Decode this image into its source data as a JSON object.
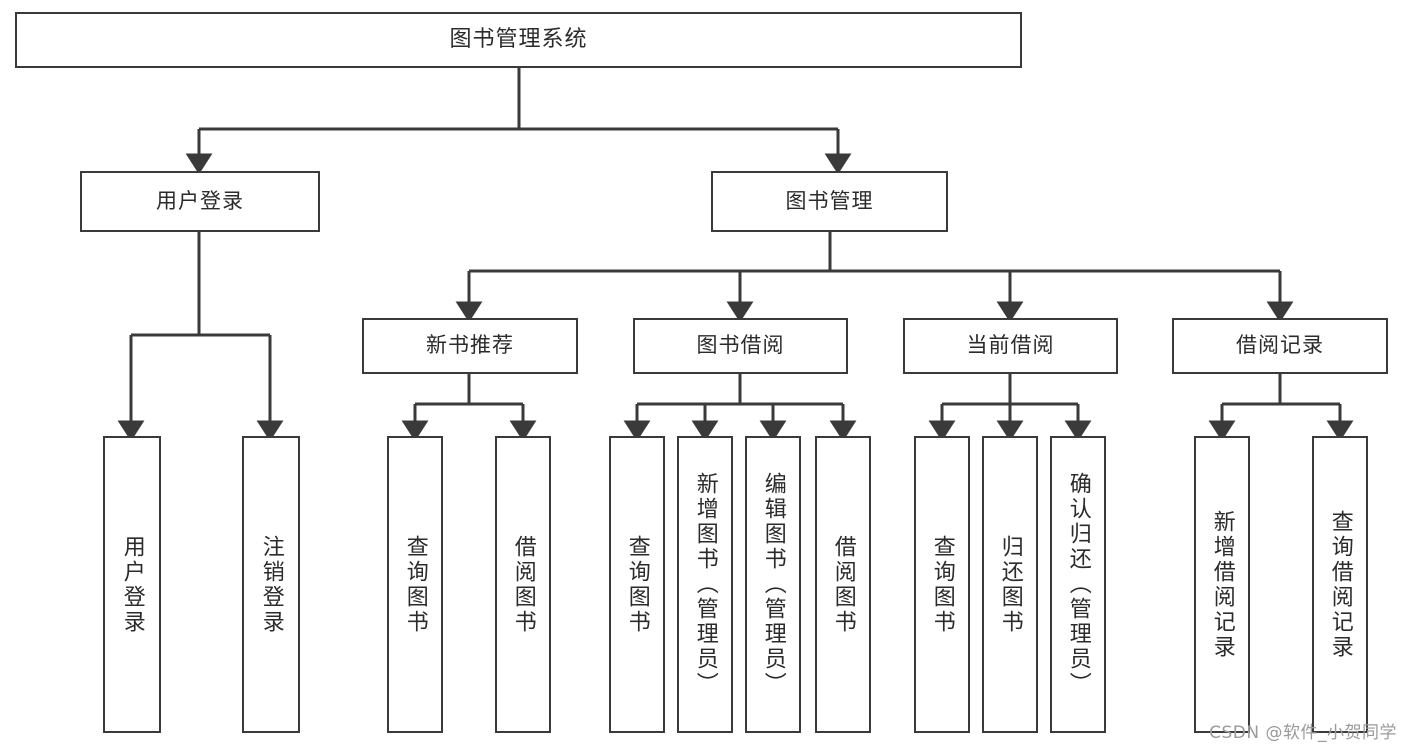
{
  "diagram": {
    "title": "图书管理系统",
    "watermark": "CSDN @软件_小贺同学",
    "colors": {
      "box_border": "#3a3a3a",
      "box_fill": "#ffffff",
      "edge": "#3a3a3a",
      "text": "#2b2b2b",
      "watermark": "#9a9a9a",
      "background": "#ffffff"
    },
    "root": {
      "label": "图书管理系统"
    },
    "level2": [
      {
        "label": "用户登录"
      },
      {
        "label": "图书管理"
      }
    ],
    "level3": [
      {
        "label": "新书推荐"
      },
      {
        "label": "图书借阅"
      },
      {
        "label": "当前借阅"
      },
      {
        "label": "借阅记录"
      }
    ],
    "leaves": {
      "user_login": [
        {
          "label": "用户登录"
        },
        {
          "label": "注销登录"
        }
      ],
      "new_book_recommend": [
        {
          "label": "查询图书"
        },
        {
          "label": "借阅图书"
        }
      ],
      "book_borrow": [
        {
          "label": "查询图书"
        },
        {
          "label": "新增图书（管理员）"
        },
        {
          "label": "编辑图书（管理员）"
        },
        {
          "label": "借阅图书"
        }
      ],
      "current_borrow": [
        {
          "label": "查询图书"
        },
        {
          "label": "归还图书"
        },
        {
          "label": "确认归还（管理员）"
        }
      ],
      "borrow_record": [
        {
          "label": "新增借阅记录"
        },
        {
          "label": "查询借阅记录"
        }
      ]
    }
  }
}
